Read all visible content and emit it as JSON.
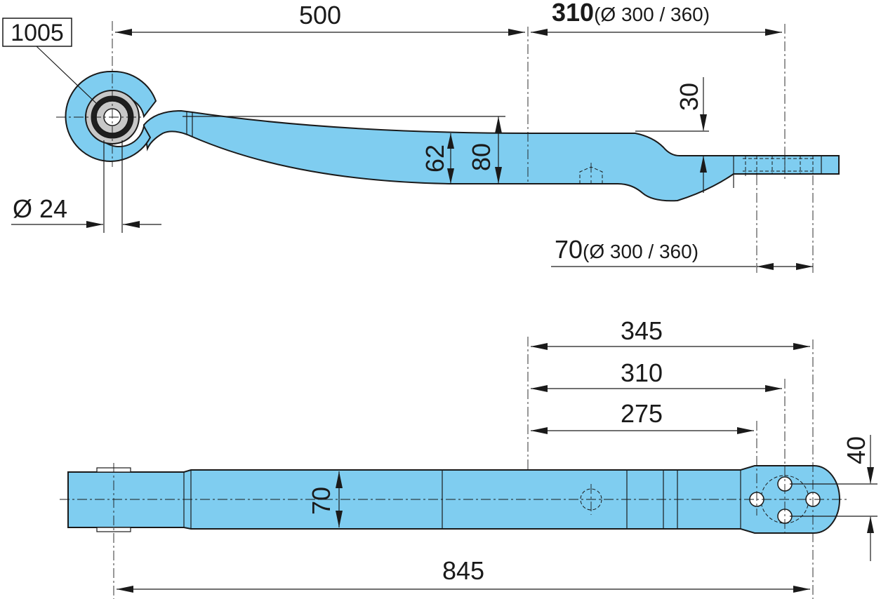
{
  "drawing": {
    "part_color": "#7fcdf0",
    "line_color": "#1a1a1a",
    "side_view": {
      "label_box": "1005",
      "dim_eye_to_center": "500",
      "dim_center_to_end_main": "310",
      "dim_center_to_end_note": "(Ø 300 / 360)",
      "dim_step": "30",
      "dim_thick_inner": "62",
      "dim_thick_outer": "80",
      "dim_bore": "Ø 24",
      "dim_end_pad_main": "70",
      "dim_end_pad_note": "(Ø 300 / 360)"
    },
    "top_view": {
      "dim_345": "345",
      "dim_310": "310",
      "dim_275": "275",
      "dim_40": "40",
      "dim_width": "70",
      "dim_overall": "845"
    }
  }
}
